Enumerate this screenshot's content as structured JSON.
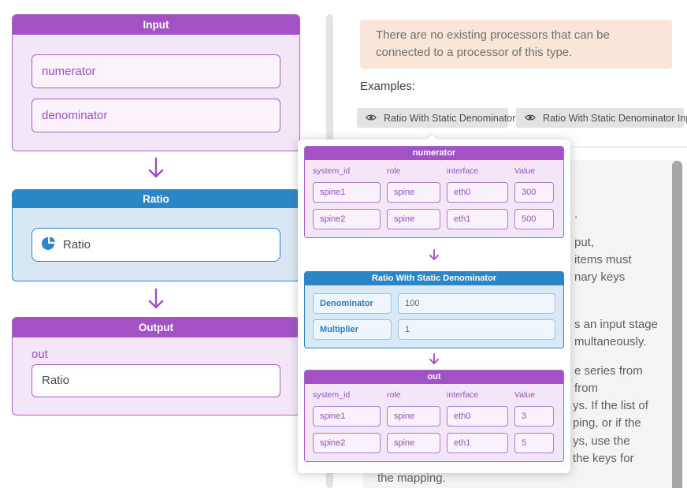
{
  "colors": {
    "purple_accent": "#a352c5",
    "purple_text": "#a04ec0",
    "blue_accent": "#2b86c8",
    "notice_bg": "#fae5d9",
    "panel_bg": "#f4f4f4"
  },
  "flowchart": {
    "input": {
      "title": "Input",
      "fields": [
        "numerator",
        "denominator"
      ]
    },
    "processor": {
      "title": "Ratio",
      "item_label": "Ratio",
      "item_icon": "pie-chart-icon"
    },
    "output": {
      "title": "Output",
      "port_label": "out",
      "field_value": "Ratio"
    }
  },
  "panel": {
    "notice_text": "There are no existing processors that can be connected to a processor of this type.",
    "examples_label": "Examples:",
    "example_buttons": [
      {
        "icon": "eye-icon",
        "label": "Ratio With Static Denominator"
      },
      {
        "icon": "eye-icon",
        "label": "Ratio With Static Denominator Input"
      }
    ],
    "description_fragments": [
      ".",
      "put,",
      "items must",
      "nary keys",
      "s an input stage",
      "multaneously.",
      "e series from",
      "from",
      "ys. If the list of",
      "ping, or if the",
      "ys, use the",
      "the keys for",
      "the mapping."
    ]
  },
  "popup": {
    "input_table": {
      "title": "numerator",
      "columns": [
        "system_id",
        "role",
        "interface",
        "Value"
      ],
      "rows": [
        [
          "spine1",
          "spine",
          "eth0",
          "300"
        ],
        [
          "spine2",
          "spine",
          "eth1",
          "500"
        ]
      ]
    },
    "processor": {
      "title": "Ratio With Static Denominator",
      "params": [
        {
          "name": "Denominator",
          "value": "100"
        },
        {
          "name": "Multiplier",
          "value": "1"
        }
      ]
    },
    "output_table": {
      "title": "out",
      "columns": [
        "system_id",
        "role",
        "interface",
        "Value"
      ],
      "rows": [
        [
          "spine1",
          "spine",
          "eth0",
          "3"
        ],
        [
          "spine2",
          "spine",
          "eth1",
          "5"
        ]
      ]
    }
  }
}
